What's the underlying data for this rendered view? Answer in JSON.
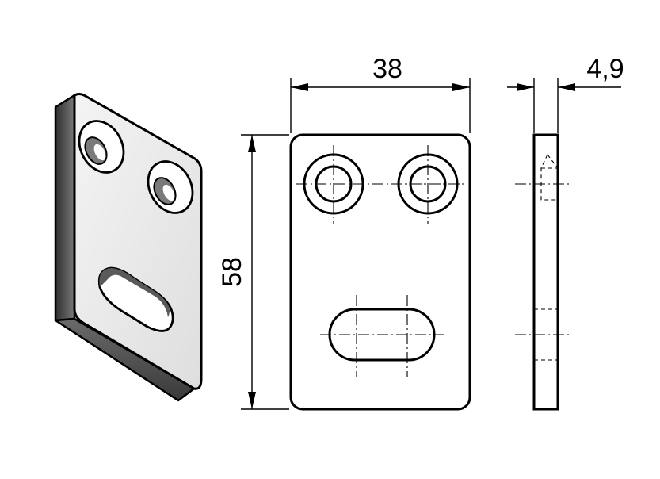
{
  "dimensions": {
    "width": "38",
    "height": "58",
    "thickness": "4,9"
  },
  "colors": {
    "line": "#000000",
    "background": "#ffffff",
    "iso_face": "#ececec",
    "iso_edge": "#4a4a4a"
  }
}
